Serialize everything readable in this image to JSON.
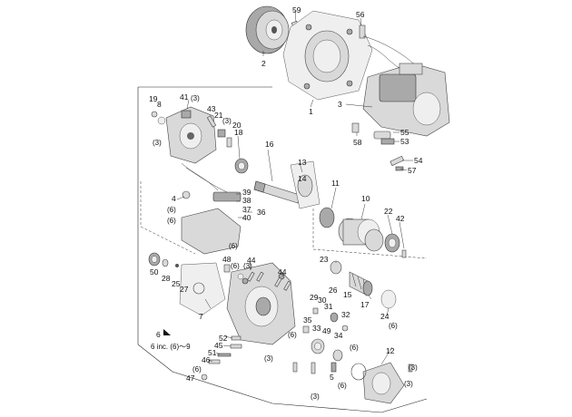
{
  "diagram": {
    "labels": {
      "l1": "1",
      "l2": "2",
      "l3a": "3",
      "l3b": "(3)",
      "l3c": "(3)",
      "l3d": "(3)",
      "l3e": "(3)",
      "l3f": "(3)",
      "l3g": "(3)",
      "l3h": "(3)",
      "l3i": "(3)",
      "l4": "4",
      "l5": "5",
      "l6a": "(6)",
      "l6b": "(6)",
      "l6c": "(6)",
      "l6d": "(6)",
      "l6e": "(6)",
      "l6f": "(6)",
      "l6g": "(6)",
      "l6h": "(6)",
      "l6i": "(6)",
      "l7": "7",
      "l8": "8",
      "l10": "10",
      "l11": "11",
      "l12": "12",
      "l13": "13",
      "l14": "14",
      "l15": "15",
      "l16": "16",
      "l17": "17",
      "l18": "18",
      "l19": "19",
      "l20": "20",
      "l21": "21",
      "l22": "22",
      "l23": "23",
      "l24": "24",
      "l25": "25",
      "l26": "26",
      "l27": "27",
      "l28": "28",
      "l29": "29",
      "l30": "30",
      "l31": "31",
      "l32": "32",
      "l33": "33",
      "l34": "34",
      "l35": "35",
      "l36": "36",
      "l37": "37",
      "l38": "38",
      "l39": "39",
      "l40": "40",
      "l41": "41",
      "l42": "42",
      "l43": "43",
      "l44a": "44",
      "l44b": "44",
      "l45": "45",
      "l46": "46",
      "l47": "47",
      "l48": "48",
      "l49": "49",
      "l50": "50",
      "l51": "51",
      "l52": "52",
      "l53": "53",
      "l54": "54",
      "l55": "55",
      "l56": "56",
      "l57": "57",
      "l58": "58",
      "l59": "59"
    },
    "legend": {
      "number": "6",
      "note": "6 inc. (6)～9"
    }
  }
}
